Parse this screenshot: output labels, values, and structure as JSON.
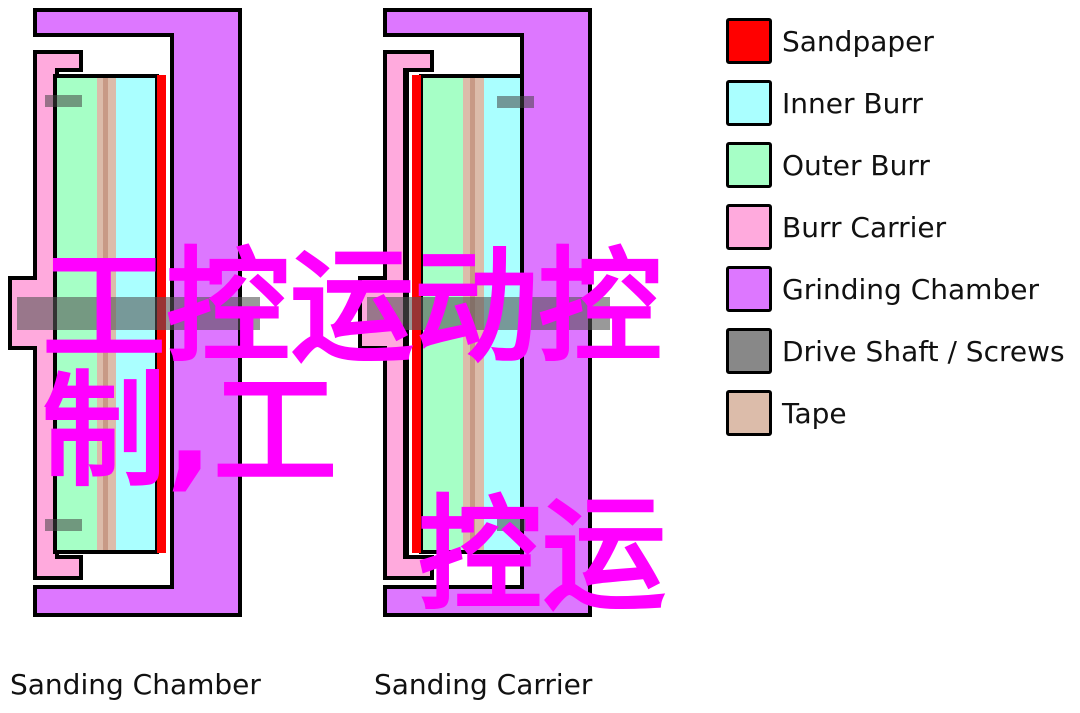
{
  "colors": {
    "sandpaper": "#ff0000",
    "inner_burr": "#aaffff",
    "outer_burr": "#a6ffc6",
    "burr_carrier": "#ffaadd",
    "grinding_chamber": "#dd77ff",
    "drive_shaft": "#888888",
    "tape": "#dcbcaa",
    "overlay_text": "#ff00ff"
  },
  "legend": [
    {
      "label": "Sandpaper",
      "color": "#ff0000"
    },
    {
      "label": "Inner Burr",
      "color": "#aaffff"
    },
    {
      "label": "Outer Burr",
      "color": "#a6ffc6"
    },
    {
      "label": "Burr Carrier",
      "color": "#ffaadd"
    },
    {
      "label": "Grinding Chamber",
      "color": "#dd77ff"
    },
    {
      "label": "Drive Shaft / Screws",
      "color": "#888888"
    },
    {
      "label": "Tape",
      "color": "#dcbcaa"
    }
  ],
  "captions": {
    "left": "Sanding Chamber",
    "right": "Sanding Carrier"
  },
  "overlay": {
    "line1": "工控运动控制,工",
    "line2": "控运"
  }
}
